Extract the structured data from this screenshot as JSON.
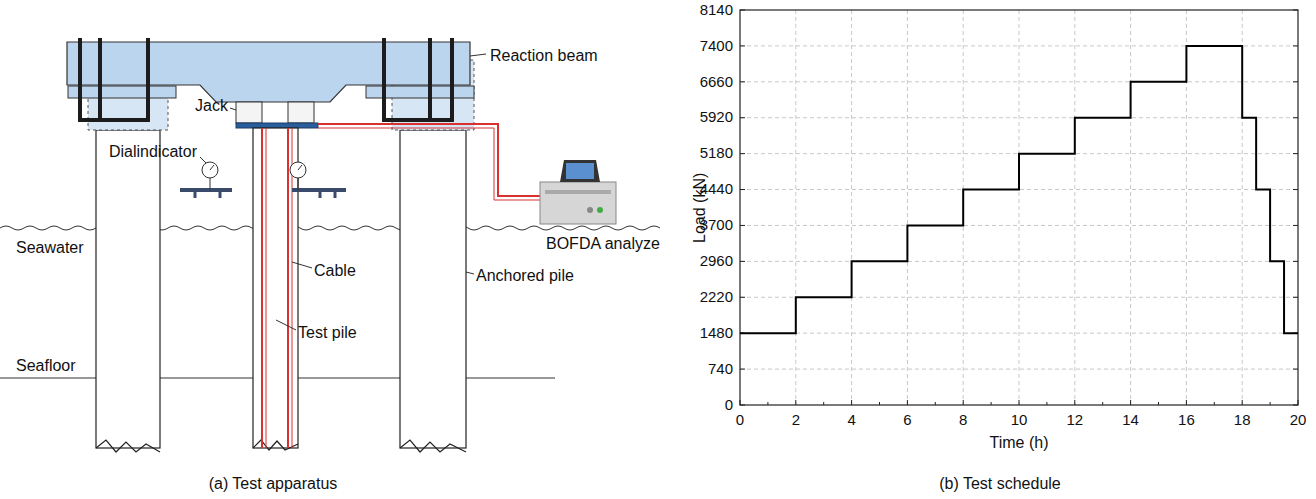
{
  "diagram": {
    "labels": [
      "Reaction beam",
      "Jack",
      "Dialindicator",
      "BOFDA analyze",
      "Seawater",
      "Cable",
      "Anchored pile",
      "Seafloor",
      "Test pile",
      "(a) Test apparatus",
      "8140",
      "7400",
      "6660",
      "5920",
      "5180",
      "4440",
      "3700",
      "2960",
      "2220",
      "1480",
      "740",
      "0",
      "Load (kN)",
      "0",
      "2",
      "4",
      "6",
      "8",
      "10",
      "12",
      "14",
      "16",
      "18",
      "20",
      "Time (h)",
      "(b) Test schedule"
    ]
  }
}
